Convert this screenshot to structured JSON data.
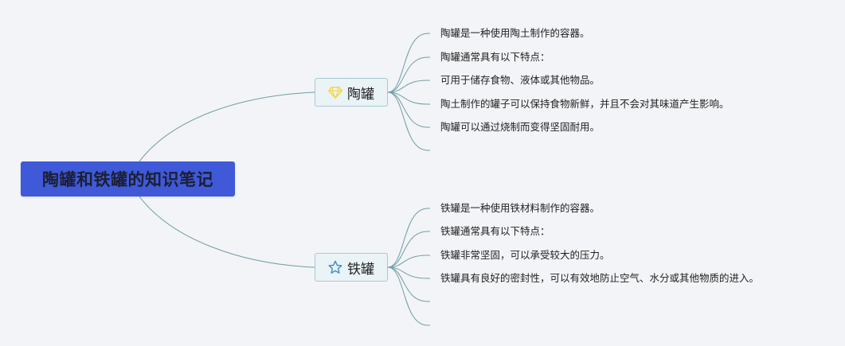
{
  "mindmap": {
    "root": {
      "label": "陶罐和铁罐的知识笔记"
    },
    "branches": [
      {
        "label": "陶罐",
        "icon": "diamond-icon",
        "icon_color": "#f2d63b",
        "items": [
          "陶罐是一种使用陶土制作的容器。",
          "陶罐通常具有以下特点：",
          "可用于储存食物、液体或其他物品。",
          "陶土制作的罐子可以保持食物新鲜，并且不会对其味道产生影响。",
          "陶罐可以通过烧制而变得坚固耐用。",
          ""
        ]
      },
      {
        "label": "铁罐",
        "icon": "star-icon",
        "icon_color": "#3d8fd6",
        "items": [
          "铁罐是一种使用铁材料制作的容器。",
          "铁罐通常具有以下特点：",
          "铁罐非常坚固，可以承受较大的压力。",
          "铁罐具有良好的密封性，可以有效地防止空气、水分或其他物质的进入。",
          "",
          ""
        ]
      }
    ]
  },
  "colors": {
    "background": "#f3f4f7",
    "root_fill": "#3f59d8",
    "branch_fill": "#eaf3f6",
    "branch_border": "#a6c9d3",
    "connector": "#6f9ea6"
  }
}
